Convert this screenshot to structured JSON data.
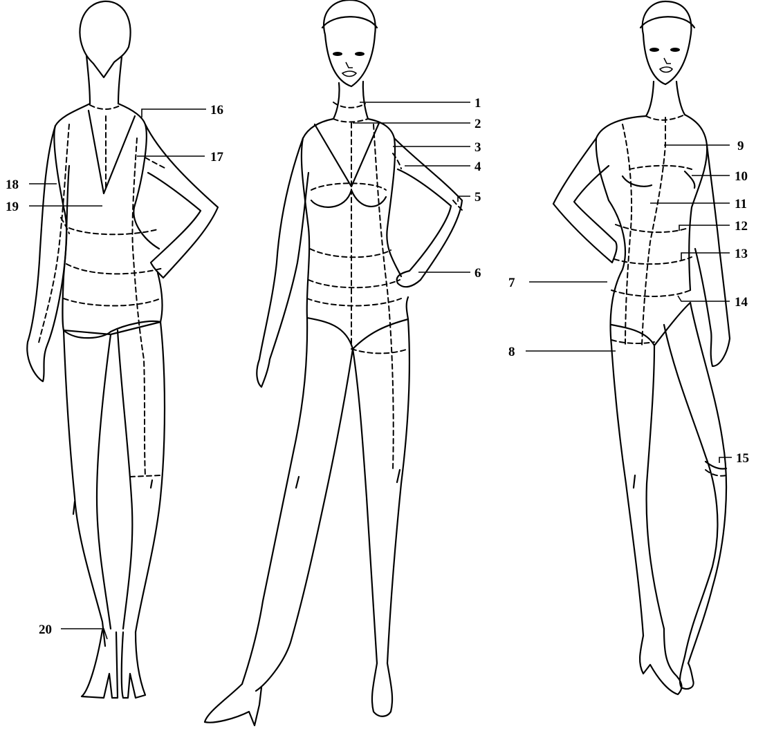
{
  "figures": [
    {
      "name": "back-view"
    },
    {
      "name": "front-view"
    },
    {
      "name": "three-quarter-view"
    }
  ],
  "callouts": [
    {
      "id": 1,
      "label": "1"
    },
    {
      "id": 2,
      "label": "2"
    },
    {
      "id": 3,
      "label": "3"
    },
    {
      "id": 4,
      "label": "4"
    },
    {
      "id": 5,
      "label": "5"
    },
    {
      "id": 6,
      "label": "6"
    },
    {
      "id": 7,
      "label": "7"
    },
    {
      "id": 8,
      "label": "8"
    },
    {
      "id": 9,
      "label": "9"
    },
    {
      "id": 10,
      "label": "10"
    },
    {
      "id": 11,
      "label": "11"
    },
    {
      "id": 12,
      "label": "12"
    },
    {
      "id": 13,
      "label": "13"
    },
    {
      "id": 14,
      "label": "14"
    },
    {
      "id": 15,
      "label": "15"
    },
    {
      "id": 16,
      "label": "16"
    },
    {
      "id": 17,
      "label": "17"
    },
    {
      "id": 18,
      "label": "18"
    },
    {
      "id": 19,
      "label": "19"
    },
    {
      "id": 20,
      "label": "20"
    }
  ],
  "colors": {
    "line": "#000000",
    "background": "#ffffff"
  }
}
